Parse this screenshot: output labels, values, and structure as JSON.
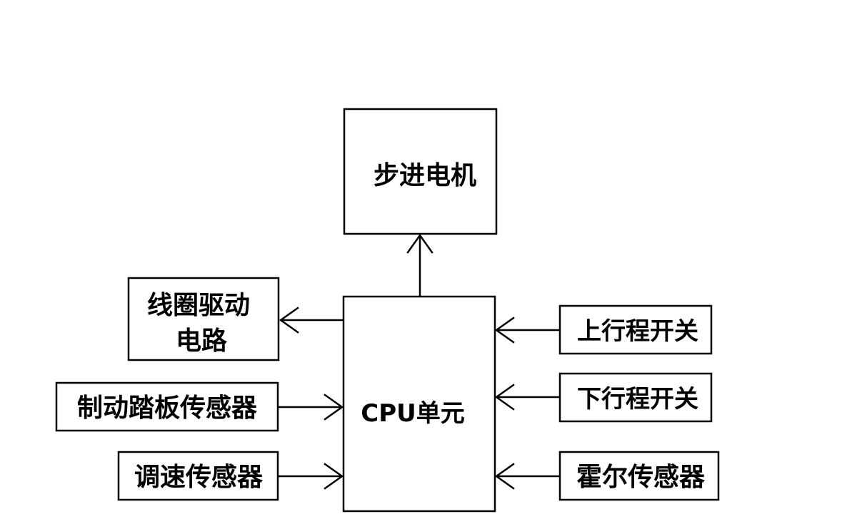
{
  "nodes": {
    "stepper_motor": "步进电机",
    "coil_drive_line1": "线圈驱动",
    "coil_drive_line2": "电路",
    "brake_pedal_sensor": "制动踏板传感器",
    "speed_sensor": "调速传感器",
    "cpu_unit": "CPU单元",
    "upper_limit_switch": "上行程开关",
    "lower_limit_switch": "下行程开关",
    "hall_sensor": "霍尔传感器"
  },
  "colors": {
    "stroke": "#000000",
    "background": "#ffffff"
  }
}
